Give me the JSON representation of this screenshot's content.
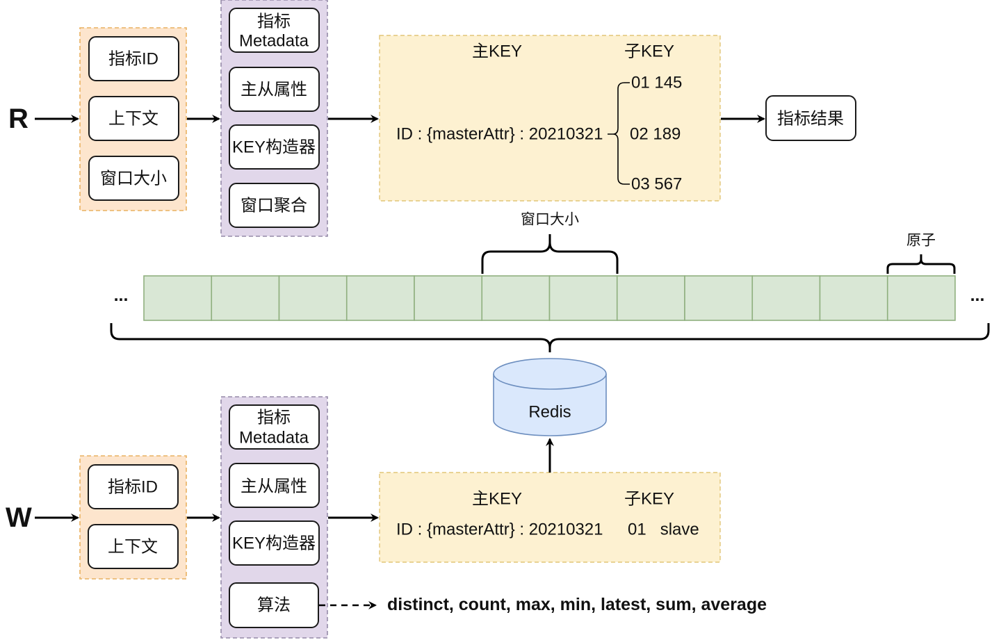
{
  "read_flow": {
    "label": "R",
    "input_group": [
      "指标ID",
      "上下文",
      "窗口大小"
    ],
    "processor_group": {
      "metadata": [
        "指标",
        "Metadata"
      ],
      "items": [
        "主从属性",
        "KEY构造器",
        "窗口聚合"
      ]
    },
    "key_panel": {
      "master_key_header": "主KEY",
      "sub_key_header": "子KEY",
      "master_key_value": "ID : {masterAttr} : 20210321",
      "sub_keys": [
        "01  145",
        "02  189",
        "03  567"
      ]
    },
    "result": "指标结果"
  },
  "storage": {
    "window_size_label": "窗口大小",
    "atom_label": "原子",
    "ellipsis_left": "...",
    "ellipsis_right": "...",
    "cell_count": 12,
    "window_cells": 2,
    "db_label": "Redis"
  },
  "write_flow": {
    "label": "W",
    "input_group": [
      "指标ID",
      "上下文"
    ],
    "processor_group": {
      "metadata": [
        "指标",
        "Metadata"
      ],
      "items": [
        "主从属性",
        "KEY构造器",
        "算法"
      ]
    },
    "key_panel": {
      "master_key_header": "主KEY",
      "sub_key_header": "子KEY",
      "master_key_value": "ID : {masterAttr} : 20210321",
      "sub_key_value": "01   slave"
    },
    "algorithms": "distinct, count, max, min, latest, sum, average"
  },
  "colors": {
    "input_group_fill": "#fde5cd",
    "processor_group_fill": "#e1d7ea",
    "key_panel_fill": "#fdf1d1",
    "cell_fill": "#d9e7d5",
    "db_fill": "#dae8fc"
  }
}
